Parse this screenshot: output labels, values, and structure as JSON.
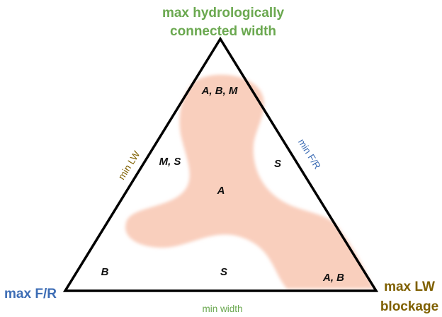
{
  "colors": {
    "green": "#6aa84f",
    "blue": "#3d6db5",
    "brown": "#7f6000",
    "blob": "#f9cfbd",
    "outline": "#000000"
  },
  "vertices": {
    "top_line1": "max hydrologically",
    "top_line2": "connected width",
    "left": "max F/R",
    "right_line1": "max LW",
    "right_line2": "blockage"
  },
  "edges": {
    "left": "min LW",
    "right": "min F/R",
    "bottom": "min width"
  },
  "regions": {
    "top": "A, B, M",
    "upper_left": "M, S",
    "upper_right": "S",
    "center": "A",
    "bottom_left": "B",
    "bottom_center": "S",
    "bottom_right": "A, B"
  }
}
